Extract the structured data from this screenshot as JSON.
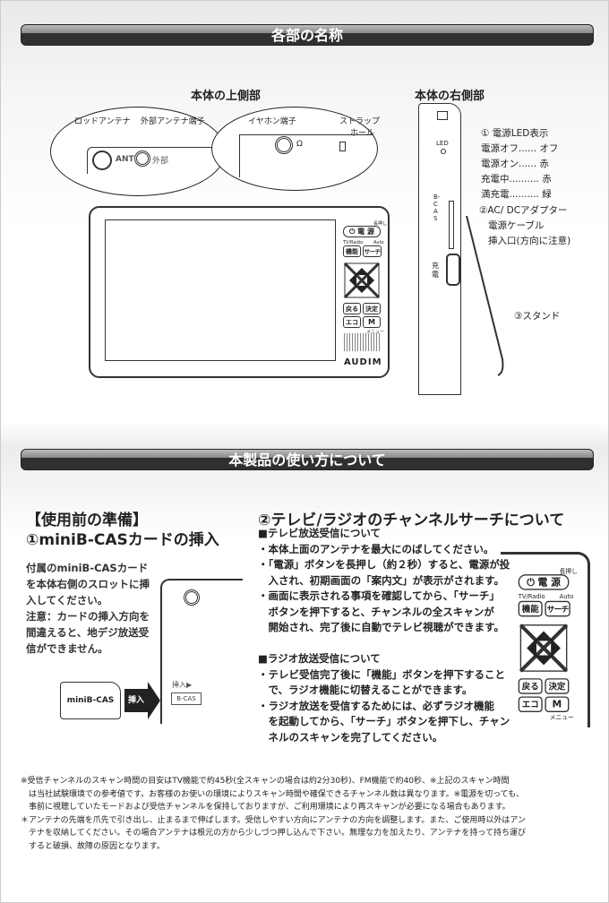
{
  "banners": {
    "parts": "各部の名称",
    "usage": "本製品の使い方について"
  },
  "top_view": {
    "heading": "本体の上側部",
    "rod_antenna": "ロッドアンテナ",
    "ext_antenna": "外部アンテナ端子",
    "ant_mark": "ANT",
    "ext_mark": "外部",
    "earphone": "イヤホン端子",
    "strap_line1": "ストラップ",
    "strap_line2": "ホール"
  },
  "front": {
    "brand": "AUDIM"
  },
  "panel": {
    "long_press": "長押し",
    "power": "⏻ 電 源",
    "tv_radio": "TV/Radio",
    "auto": "Auto",
    "function": "機能",
    "search": "サーチ",
    "back": "戻る",
    "enter": "決定",
    "eco": "エコ",
    "menu": "M",
    "menu_sub": "メニュー"
  },
  "right_view": {
    "heading": "本体の右側部",
    "led_mark": "LED",
    "bcas_mark": "B-CAS",
    "charge_mark": "充電",
    "led_items": [
      "① 電源LED表示",
      "電源オフ...... オフ",
      "電源オン...... 赤",
      "充電中.......... 赤",
      "満充電.......... 緑"
    ],
    "adapter_items": [
      "②AC/ DCアダプター",
      "電源ケーブル",
      "挿入口(方向に注意)"
    ],
    "stand": "③スタンド"
  },
  "prep": {
    "heading": "【使用前の準備】",
    "title": "①miniB-CASカードの挿入",
    "body": [
      "付属のminiB-CASカード",
      "を本体右側のスロットに挿",
      "入してください。",
      "注意：カードの挿入方向を",
      "間違えると、地デジ放送受",
      "信ができません。"
    ],
    "card": "miniB-CAS",
    "insert": "挿入",
    "insert_arrow": "挿入▶",
    "slot": "B-CAS"
  },
  "search": {
    "title": "②テレビ/ラジオのチャンネルサーチについて",
    "tv_heading": "■テレビ放送受信について",
    "tv_lines": [
      "・本体上面のアンテナを最大にのばしてください。",
      "・「電源」ボタンを長押し（約２秒）すると、電源が投",
      "　入され、初期画面の「案内文」が表示がされます。",
      "・画面に表示される事項を確認してから、「サーチ」",
      "　ボタンを押下すると、チャンネルの全スキャンが",
      "　開始され、完了後に自動でテレビ視聴ができます。"
    ],
    "radio_heading": "■ラジオ放送受信について",
    "radio_lines": [
      "・テレビ受信完了後に「機能」ボタンを押下すること",
      "　で、ラジオ機能に切替えることができます。",
      "・ラジオ放送を受信するためには、必ずラジオ機能",
      "　を起動してから、「サーチ」ボタンを押下し、チャン",
      "　ネルのスキャンを完了してください。"
    ]
  },
  "notes": [
    "※受信チャンネルのスキャン時間の目安はTV機能で約45秒(全スキャンの場合は約2分30秒)、FM機能で約40秒、※上記のスキャン時間",
    "　は当社試験環境での参考値です。お客様のお使いの環境によりスキャン時間や確保できるチャンネル数は異なります。※電源を切っても、",
    "　事前に視聴していたモードおよび受信チャンネルを保持しておりますが、ご利用環境により再スキャンが必要になる場合もあります。",
    "＊アンテナの先端を爪先で引き出し、止まるまで伸ばします。受信しやすい方向にアンテナの方向を調整します。また、ご使用時以外はアン",
    "　テナを収納してください。その場合アンテナは根元の方から少しづつ押し込んで下さい。無理な力を加えたり、アンテナを持って持ち運び",
    "　すると破損、故障の原因となります。"
  ]
}
